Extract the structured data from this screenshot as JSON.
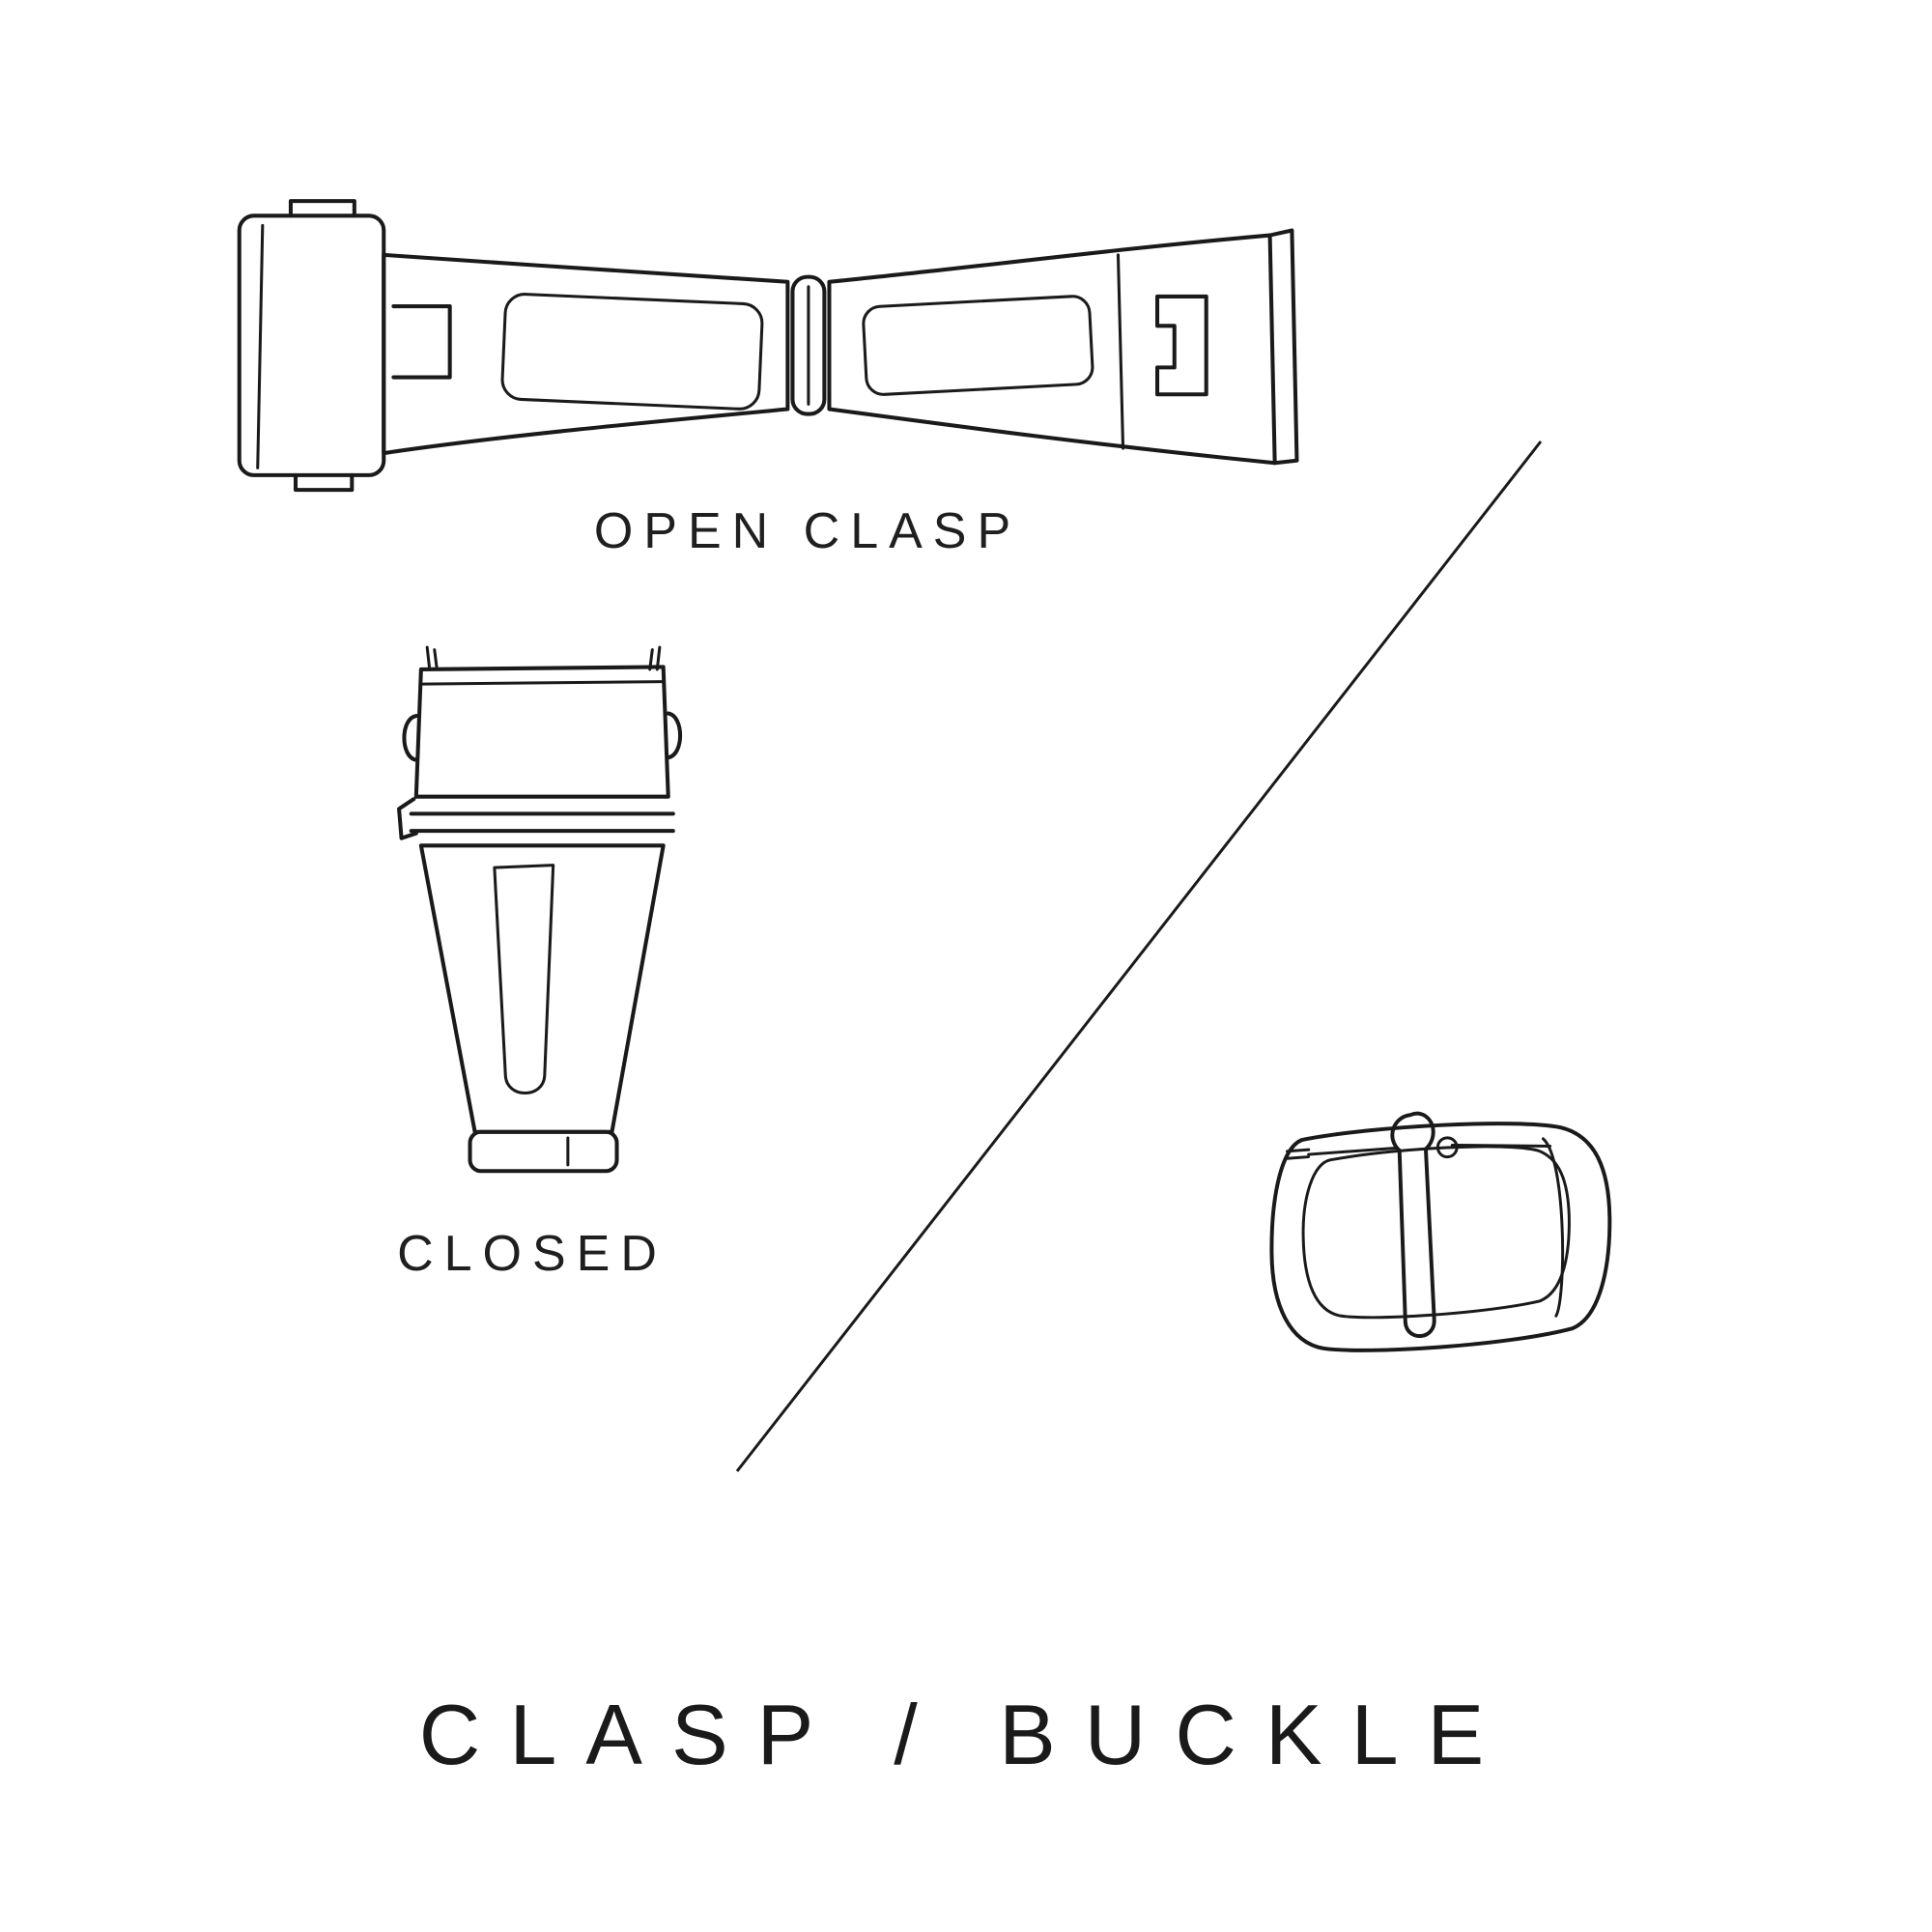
{
  "page": {
    "background_color": "#ffffff",
    "line_color": "#1a1a1a",
    "text_color": "#1f1f1f"
  },
  "labels": {
    "open_clasp": "OPEN CLASP",
    "closed": "CLOSED",
    "title": "CLASP / BUCKLE"
  },
  "illustrations": {
    "open_clasp": {
      "name": "open-clasp-illustration",
      "meaning": "watch deployant clasp shown fully open (top view)"
    },
    "closed_clasp": {
      "name": "closed-clasp-illustration",
      "meaning": "watch clasp shown closed (top view)"
    },
    "pin_buckle": {
      "name": "pin-buckle-illustration",
      "meaning": "watch strap pin buckle with tongue"
    },
    "divider": {
      "name": "diagonal-divider-line",
      "meaning": "diagonal line separating clasp examples from buckle example"
    }
  }
}
